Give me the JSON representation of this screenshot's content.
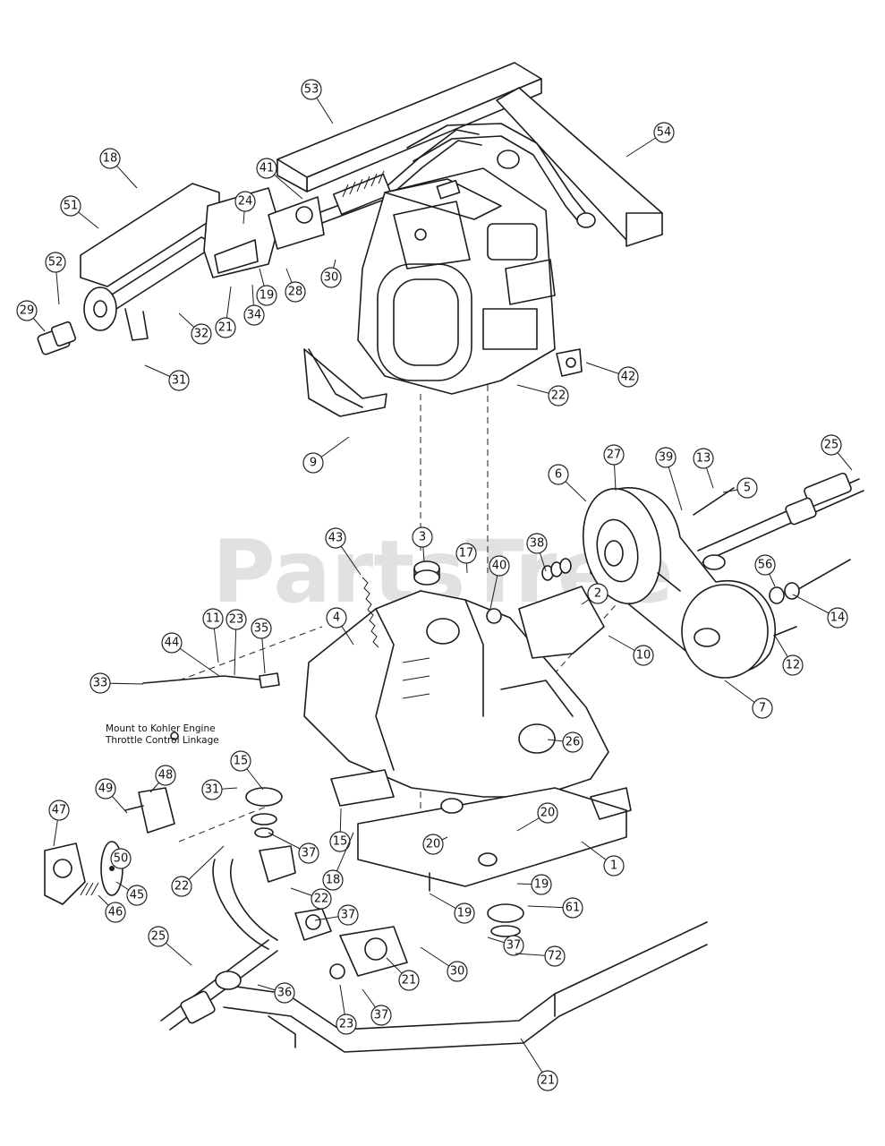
{
  "watermark": "PartsTree",
  "note_lines": [
    "Mount to Kohler Engine",
    "Throttle Control Linkage"
  ],
  "callouts": [
    "53",
    "54",
    "41",
    "18",
    "51",
    "24",
    "52",
    "29",
    "30",
    "28",
    "19",
    "34",
    "21",
    "32",
    "31",
    "42",
    "22",
    "9",
    "27",
    "39",
    "13",
    "25",
    "6",
    "5",
    "3",
    "17",
    "43",
    "40",
    "38",
    "2",
    "56",
    "11",
    "14",
    "44",
    "23",
    "35",
    "4",
    "10",
    "12",
    "33",
    "7",
    "26",
    "48",
    "15",
    "49",
    "31",
    "47",
    "37",
    "22",
    "15",
    "20",
    "50",
    "18",
    "1",
    "20",
    "45",
    "46",
    "19",
    "19",
    "22",
    "37",
    "61",
    "25",
    "37",
    "30",
    "72",
    "36",
    "21",
    "23",
    "37",
    "21"
  ]
}
